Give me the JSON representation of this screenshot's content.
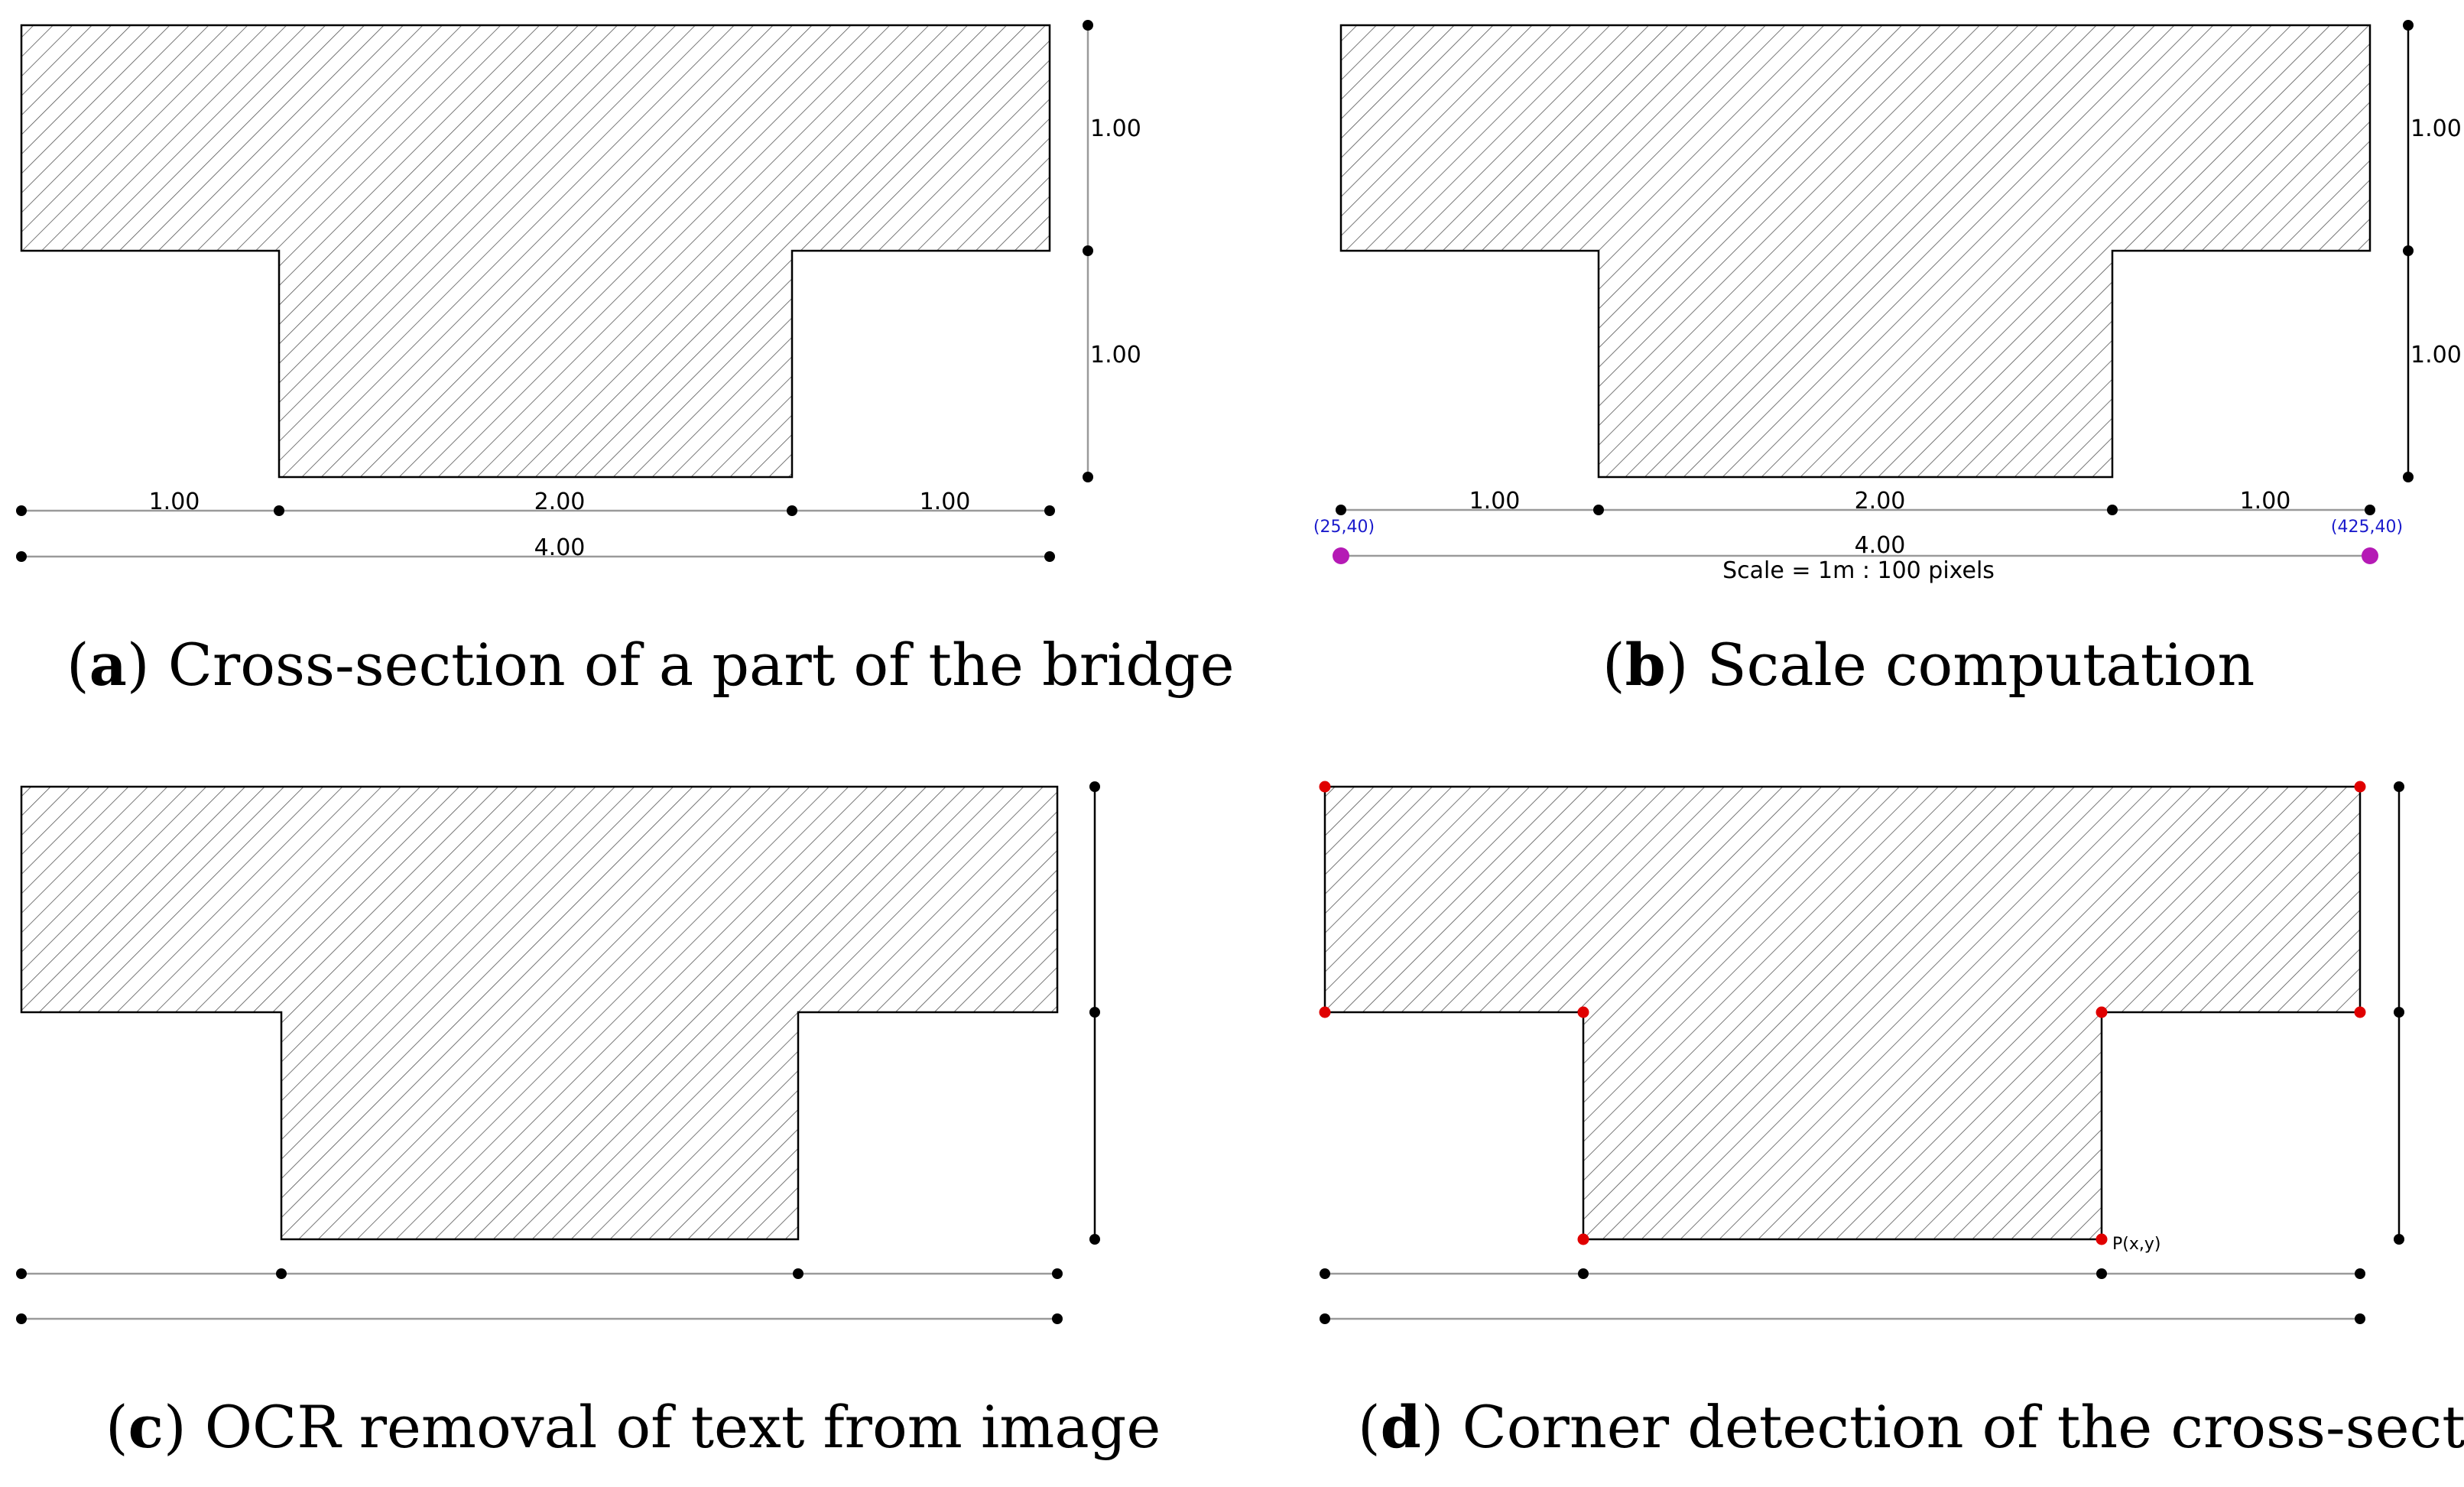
{
  "panels": {
    "a": {
      "caption": {
        "open": "(",
        "letter": "a",
        "rest": ") Cross-section of a part of the bridge"
      },
      "dimensions": {
        "right_upper": "1.00",
        "right_lower": "1.00",
        "bottom_left": "1.00",
        "bottom_middle": "2.00",
        "bottom_right": "1.00",
        "bottom_total": "4.00"
      }
    },
    "b": {
      "caption": {
        "open": "(",
        "letter": "b",
        "rest": ") Scale computation"
      },
      "dimensions": {
        "right_upper": "1.00",
        "right_lower": "1.00",
        "bottom_left": "1.00",
        "bottom_middle": "2.00",
        "bottom_right": "1.00",
        "bottom_total": "4.00"
      },
      "scale_points": {
        "left": "(25,40)",
        "right": "(425,40)"
      },
      "scale_label": "Scale = 1m : 100 pixels"
    },
    "c": {
      "caption": {
        "open": "(",
        "letter": "c",
        "rest": ") OCR removal of text from image"
      }
    },
    "d": {
      "caption": {
        "open": "(",
        "letter": "d",
        "rest": ") Corner detection of the cross-section"
      },
      "corner_label": "P(x,y)",
      "detected_corner_count": 8
    }
  },
  "colors": {
    "outline": "#000000",
    "hatch": "#555555",
    "dimension_line": "#9a9a9a",
    "dimension_dot": "#000000",
    "scale_point": "#b51ab5",
    "scale_coord_text": "#1a1acc",
    "corner_point": "#e00000"
  }
}
